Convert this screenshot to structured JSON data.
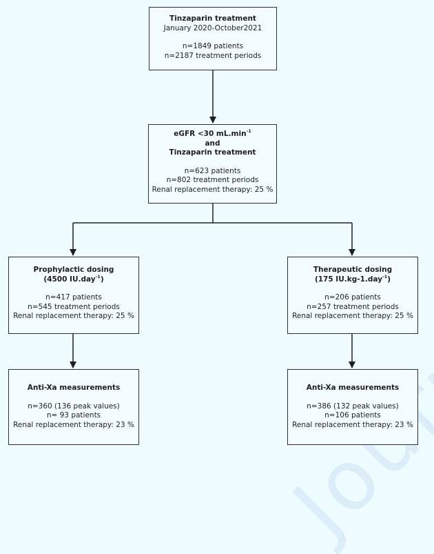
{
  "watermark": "Journal Pre-proof",
  "boxes": {
    "tinzaparin": {
      "title": "Tinzaparin treatment",
      "period": "January 2020-October2021",
      "patients": "n=1849 patients",
      "periods": "n=2187 treatment periods"
    },
    "egfr": {
      "title_prefix": "eGFR <30 mL.min",
      "title_sup": "-1",
      "and": "and",
      "title2": "Tinzaparin treatment",
      "patients": "n=623 patients",
      "periods": "n=802 treatment periods",
      "renal": "Renal replacement therapy: 25 %"
    },
    "prophylactic": {
      "title": "Prophylactic dosing",
      "dose_prefix": "(4500 IU.day",
      "dose_sup": "-1",
      "dose_suffix": ")",
      "patients": "n=417 patients",
      "periods": "n=545 treatment periods",
      "renal": "Renal replacement therapy: 25 %"
    },
    "therapeutic": {
      "title": "Therapeutic dosing",
      "dose_prefix": "(175 IU.kg-1.day",
      "dose_sup": "-1",
      "dose_suffix": ")",
      "patients": "n=206 patients",
      "periods": "n=257 treatment periods",
      "renal": "Renal replacement therapy: 25 %"
    },
    "antixa_left": {
      "title": "Anti-Xa measurements",
      "measurements": "n=360  (136 peak values)",
      "patients": "n= 93 patients",
      "renal": "Renal replacement therapy: 23 %"
    },
    "antixa_right": {
      "title": "Anti-Xa measurements",
      "measurements": "n=386 (132 peak values)",
      "patients": "n=106 patients",
      "renal": "Renal replacement therapy: 23 %"
    }
  }
}
